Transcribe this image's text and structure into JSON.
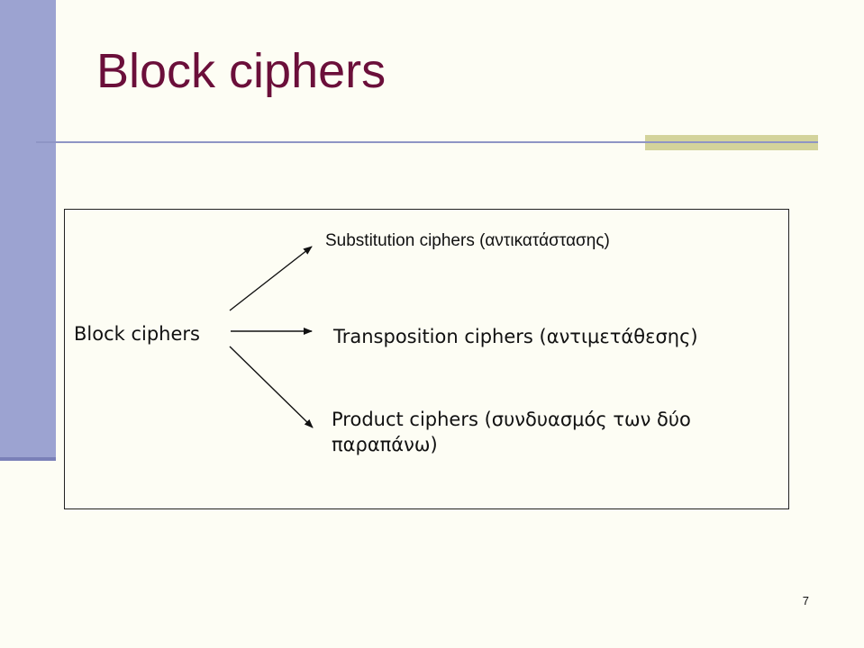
{
  "slide": {
    "title": "Block ciphers",
    "page_number": "7"
  },
  "diagram": {
    "source": "Block ciphers",
    "targets": [
      {
        "label": "Substitution ciphers (αντικατάστασης)"
      },
      {
        "label": "Transposition ciphers (αντιμετάθεσης)"
      },
      {
        "label": "Product ciphers (συνδυασμός των δύο παραπάνω)"
      }
    ]
  },
  "colors": {
    "title": "#6b0f3a",
    "sidebar": "#9ca3d1",
    "accent_bar": "#d3d39b",
    "rule": "#8e95c5",
    "background": "#fdfdf4"
  }
}
